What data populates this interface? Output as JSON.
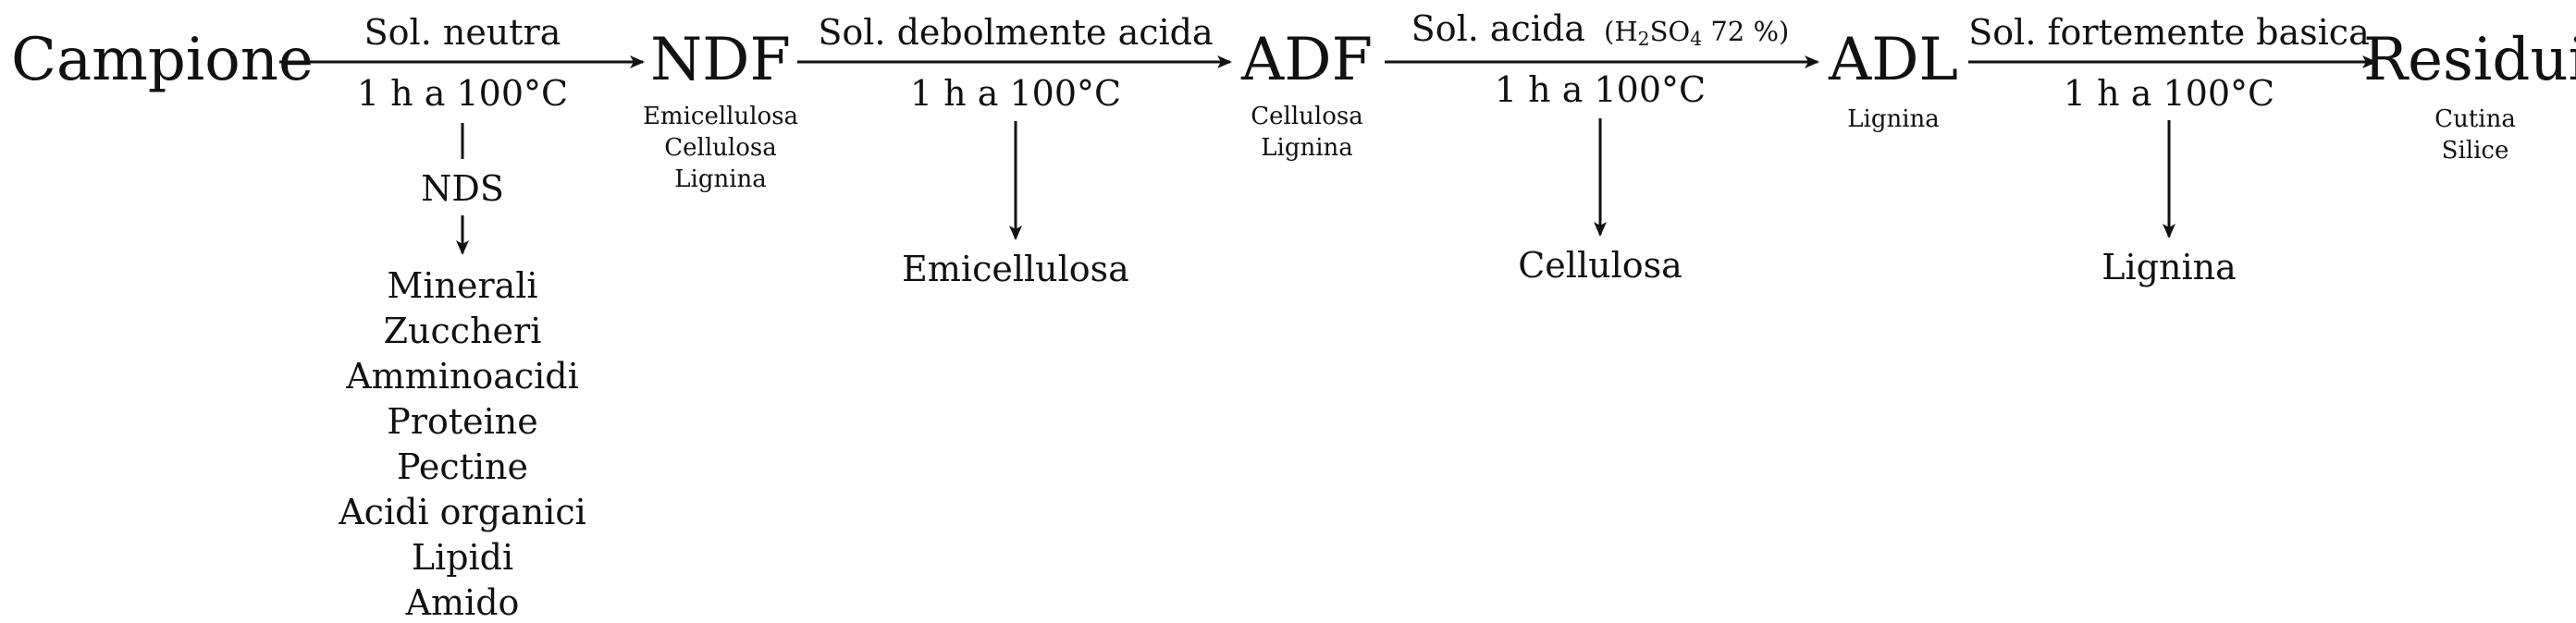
{
  "nodes": {
    "campione": "Campione",
    "ndf": "NDF",
    "adf": "ADF",
    "adl": "ADL",
    "residui": "Residui"
  },
  "ndf_components": [
    "Emicellulosa",
    "Cellulosa",
    "Lignina"
  ],
  "adf_components": [
    "Cellulosa",
    "Lignina"
  ],
  "adl_components": [
    "Lignina"
  ],
  "residui_components": [
    "Cutina",
    "Silice"
  ],
  "steps": {
    "step1": {
      "reagent": "Sol. neutra",
      "condition": "1 h a 100°C"
    },
    "step2": {
      "reagent": "Sol. debolmente acida",
      "condition": "1 h a 100°C"
    },
    "step3": {
      "reagent": "Sol. acida",
      "reagent_detail_prefix": "(H",
      "reagent_detail_sub1": "2",
      "reagent_detail_mid": "SO",
      "reagent_detail_sub2": "4",
      "reagent_detail_suffix": " 72 %)",
      "condition": "1 h a 100°C"
    },
    "step4": {
      "reagent": "Sol. fortemente basica",
      "condition": "1 h a 100°C"
    }
  },
  "nds": {
    "label": "NDS",
    "items": [
      "Minerali",
      "Zuccheri",
      "Amminoacidi",
      "Proteine",
      "Pectine",
      "Acidi organici",
      "Lipidi",
      "Amido"
    ]
  },
  "removed": {
    "step2": "Emicellulosa",
    "step3": "Cellulosa",
    "step4": "Lignina"
  },
  "colors": {
    "ink": "#111111",
    "background": "#ffffff"
  }
}
